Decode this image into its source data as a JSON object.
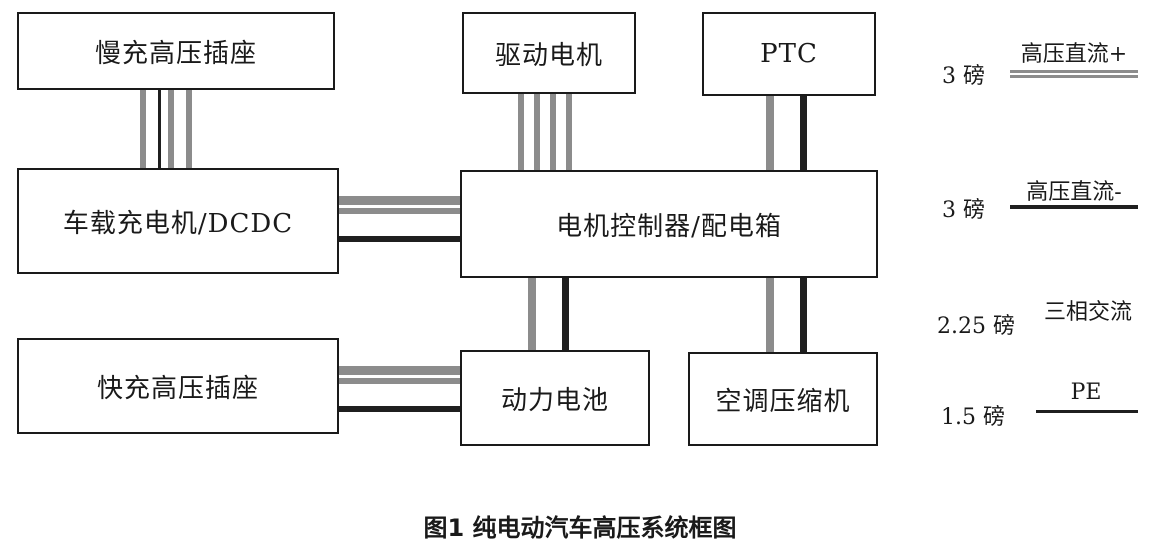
{
  "blocks": {
    "slow_charge": "慢充高压插座",
    "drive_motor": "驱动电机",
    "ptc": "PTC",
    "charger": "车载充电机/DCDC",
    "controller": "电机控制器/配电箱",
    "fast_charge": "快充高压插座",
    "battery": "动力电池",
    "ac_compressor": "空调压缩机"
  },
  "legend": [
    {
      "weight": "3 磅",
      "label": "高压直流+",
      "style": "double-gray"
    },
    {
      "weight": "3 磅",
      "label": "高压直流-",
      "style": "dark"
    },
    {
      "weight": "2.25 磅",
      "label": "三相交流",
      "style": "none"
    },
    {
      "weight": "1.5 磅",
      "label": "PE",
      "style": "dark"
    }
  ],
  "caption": "图1  纯电动汽车高压系统框图",
  "colors": {
    "line_dark": "#1f1f1f",
    "line_gray": "#8c8c8c"
  }
}
